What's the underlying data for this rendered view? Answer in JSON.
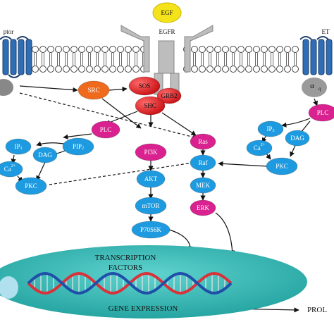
{
  "ligand": {
    "label": "EGF",
    "color": "#f4e21a"
  },
  "receptors": {
    "left": {
      "label": "ptor"
    },
    "center": {
      "label": "EGFR"
    },
    "right": {
      "label": "ET"
    }
  },
  "membrane": {
    "color": "#cfcfcf",
    "line_color": "#555555"
  },
  "nodes": {
    "src": {
      "label": "SRC",
      "color": "#f06a1e"
    },
    "sos": {
      "label": "SOS",
      "color": "#e8191f"
    },
    "grb2": {
      "label": "GRB2",
      "color": "#e8191f"
    },
    "shc": {
      "label": "SHC",
      "color": "#e8191f"
    },
    "plc_left": {
      "label": "PLC",
      "color": "#d9218f"
    },
    "ip3_left": {
      "label": "IP",
      "sub": "3",
      "color": "#1e9be0"
    },
    "dag_left": {
      "label": "DAG",
      "color": "#1e9be0"
    },
    "pip2": {
      "label": "PIP",
      "sub": "2",
      "color": "#1e9be0"
    },
    "ca_left": {
      "label": "Ca",
      "sup": "2+",
      "color": "#1e9be0"
    },
    "pkc_left": {
      "label": "PKC",
      "color": "#1e9be0"
    },
    "pi3k": {
      "label": "PI3K",
      "color": "#d9218f"
    },
    "akt": {
      "label": "AKT",
      "color": "#1e9be0"
    },
    "mtor": {
      "label": "mTOR",
      "color": "#1e9be0"
    },
    "p70s6k": {
      "label": "P70S6K",
      "color": "#1e9be0"
    },
    "ras": {
      "label": "Ras",
      "color": "#d9218f"
    },
    "raf": {
      "label": "Raf",
      "color": "#1e9be0"
    },
    "mek": {
      "label": "MEK",
      "color": "#1e9be0"
    },
    "erk": {
      "label": "ERK",
      "color": "#d9218f"
    },
    "alpha_q": {
      "label": "α",
      "sub": "q",
      "color": "#888888"
    },
    "plc_right": {
      "label": "PLC",
      "color": "#d9218f"
    },
    "ip3_right": {
      "label": "IP",
      "sub": "3",
      "color": "#1e9be0"
    },
    "dag_right": {
      "label": "DAG",
      "color": "#1e9be0"
    },
    "ca_right": {
      "label": "Ca",
      "sup": "2+",
      "color": "#1e9be0"
    },
    "pkc_right": {
      "label": "PKC",
      "color": "#1e9be0"
    }
  },
  "nucleus": {
    "title_line1": "TRANSCRIPTION",
    "title_line2": "FACTORS",
    "gene_expression": "GENE EXPRESSION",
    "outcome": "PROL",
    "color": "#23b3b0",
    "dna_colors": [
      "#d8323a",
      "#1f4fa8"
    ]
  }
}
